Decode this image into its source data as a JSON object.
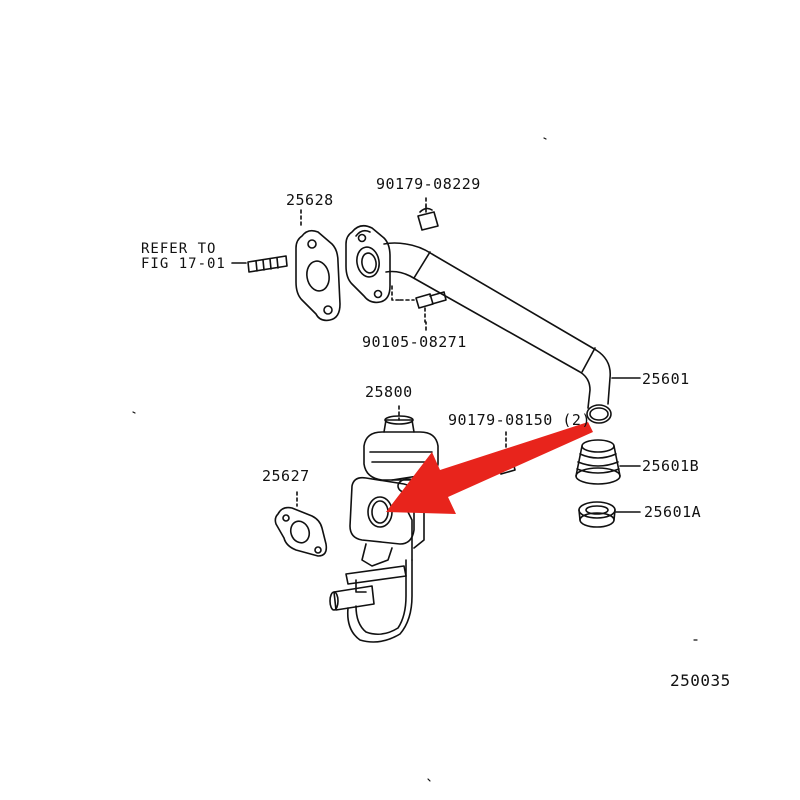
{
  "labels": {
    "part_25628": "25628",
    "part_90179_08229": "90179-08229",
    "refer_line1": "REFER TO",
    "refer_line2": "FIG 17-01",
    "part_90105_08271": "90105-08271",
    "part_25601": "25601",
    "part_25800": "25800",
    "part_90179_08150": "90179-08150 (2)",
    "part_25601B": "25601B",
    "part_25627": "25627",
    "part_25601A": "25601A",
    "diagram_id": "250035"
  },
  "colors": {
    "line": "#111111",
    "arrow": "#e8241c",
    "background": "#ffffff"
  },
  "icons": {
    "pointer": "red-arrow-icon"
  }
}
